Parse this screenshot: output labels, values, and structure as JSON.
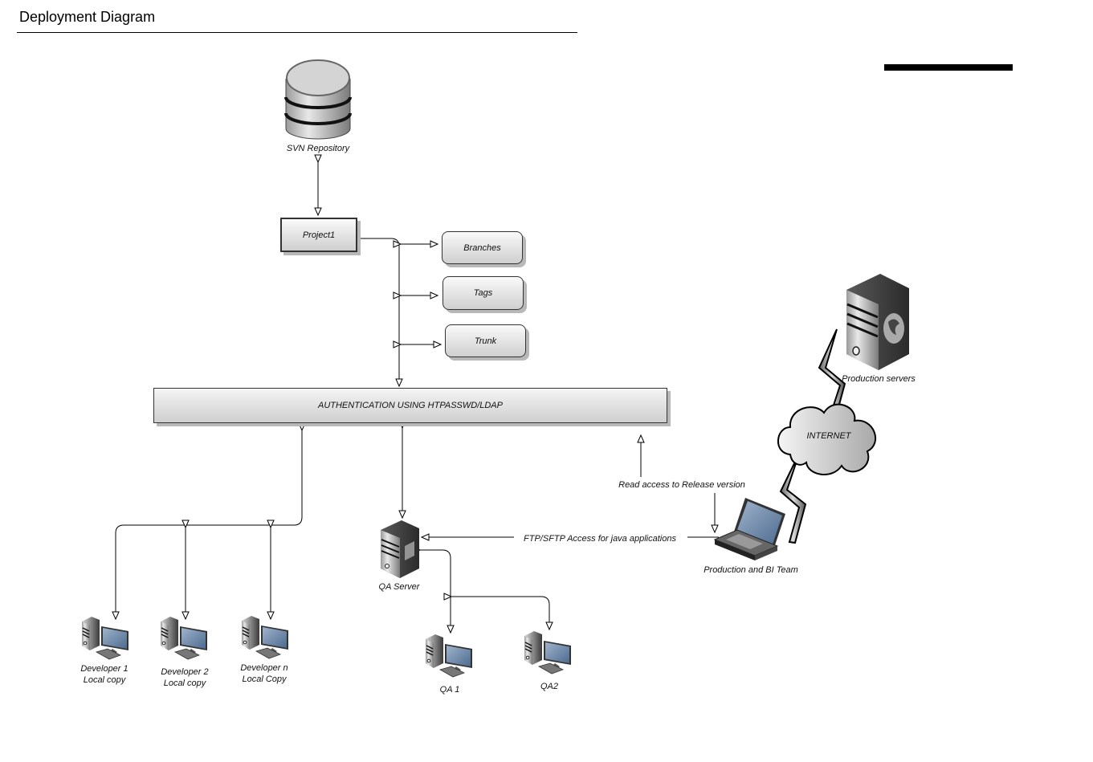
{
  "header": {
    "title": "Deployment Diagram"
  },
  "nodes": {
    "svn": {
      "label": "SVN  Repository",
      "icon": "database-icon"
    },
    "project": {
      "label": "Project1"
    },
    "branches": {
      "label": "Branches"
    },
    "tags": {
      "label": "Tags"
    },
    "trunk": {
      "label": "Trunk"
    },
    "auth": {
      "label": "AUTHENTICATION USING HTPASSWD/LDAP"
    },
    "dev1": {
      "line1": "Developer 1",
      "line2": "Local copy",
      "icon": "desktop-computer-icon"
    },
    "dev2": {
      "line1": "Developer 2",
      "line2": "Local copy",
      "icon": "desktop-computer-icon"
    },
    "devn": {
      "line1": "Developer n",
      "line2": "Local Copy",
      "icon": "desktop-computer-icon"
    },
    "qa_server": {
      "label": "QA Server",
      "icon": "server-icon"
    },
    "qa1": {
      "label": "QA 1",
      "icon": "desktop-computer-icon"
    },
    "qa2": {
      "label": "QA2",
      "icon": "desktop-computer-icon"
    },
    "prod_servers": {
      "label": "Production servers",
      "icon": "web-server-icon"
    },
    "internet": {
      "label": "INTERNET",
      "icon": "cloud-icon"
    },
    "prod_team": {
      "label": "Production and BI Team",
      "icon": "laptop-icon"
    }
  },
  "edges": {
    "read_access": "Read access to Release version",
    "ftp_access": "FTP/SFTP Access for java applications"
  }
}
